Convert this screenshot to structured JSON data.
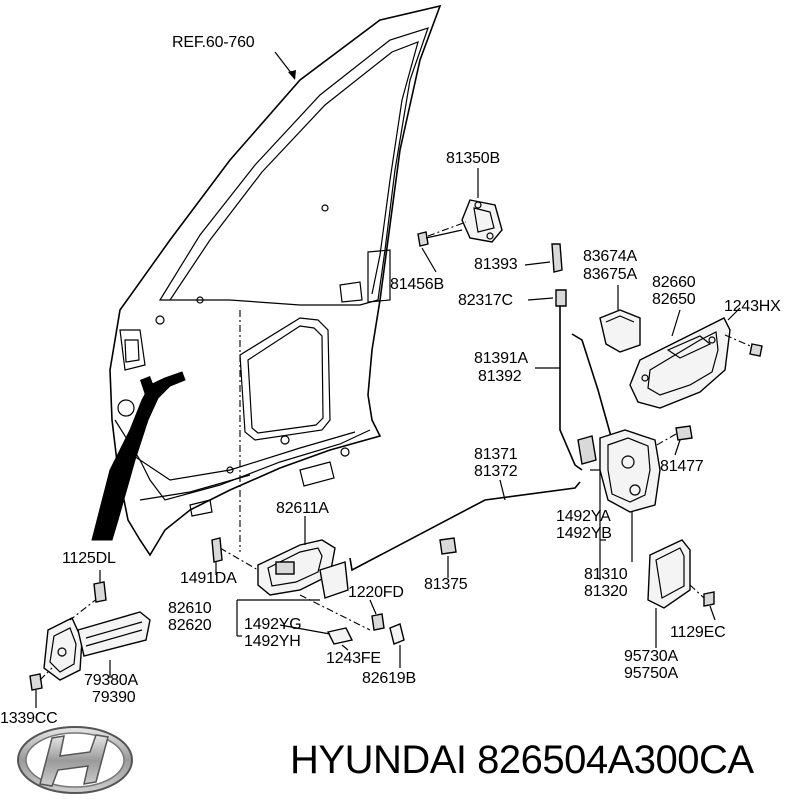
{
  "diagram": {
    "labels": {
      "ref": "REF.60-760",
      "p81350B": "81350B",
      "p81456B": "81456B",
      "p81393": "81393",
      "p83674A": "83674A",
      "p83675A": "83675A",
      "p82317C": "82317C",
      "p82660": "82660",
      "p82650": "82650",
      "p1243HX": "1243HX",
      "p81391A": "81391A",
      "p81392": "81392",
      "p81371": "81371",
      "p81372": "81372",
      "p81477": "81477",
      "p82611A": "82611A",
      "p1492YA": "1492YA",
      "p1492YB": "1492YB",
      "p1125DL": "1125DL",
      "p1491DA": "1491DA",
      "p81375": "81375",
      "p81310": "81310",
      "p81320": "81320",
      "p1220FD": "1220FD",
      "p82610": "82610",
      "p82620": "82620",
      "p1492YG": "1492YG",
      "p1492YH": "1492YH",
      "p1129EC": "1129EC",
      "p1243FE": "1243FE",
      "p79380A": "79380A",
      "p79390": "79390",
      "p95730A": "95730A",
      "p95750A": "95750A",
      "p82619B": "82619B",
      "p1339CC": "1339CC"
    }
  },
  "footer": {
    "brand_text": "HYUNDAI 826504A300CA",
    "logo_icon": "hyundai-logo-icon"
  }
}
